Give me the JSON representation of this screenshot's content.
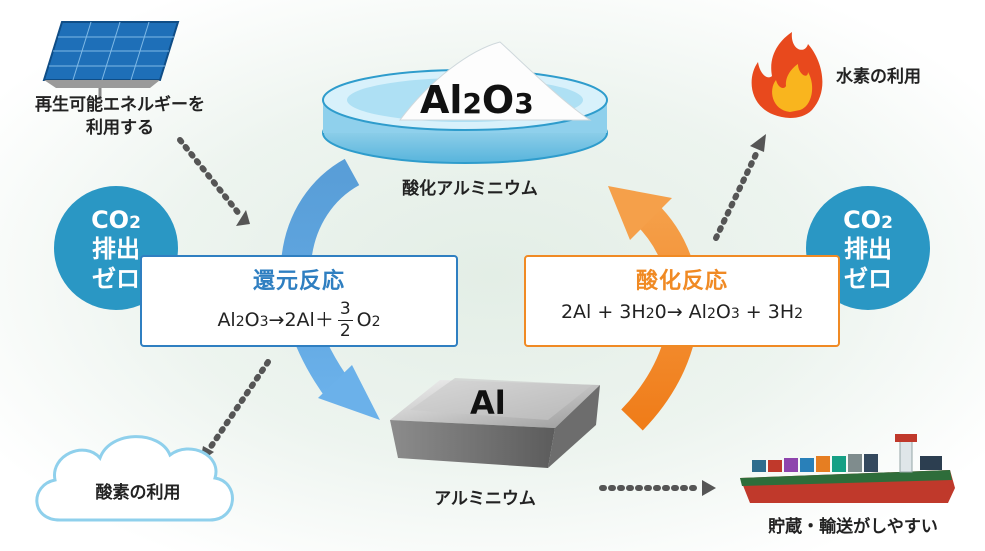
{
  "solar": {
    "label_line1": "再生可能エネルギーを",
    "label_line2": "利用する"
  },
  "al2o3": {
    "formula_main": "Al",
    "formula_sub1": "2",
    "formula_o": "O",
    "formula_sub2": "3",
    "caption": "酸化アルミニウム"
  },
  "hydrogen": {
    "label": "水素の利用"
  },
  "oxygen": {
    "label": "酸素の利用"
  },
  "aluminum": {
    "formula": "Al",
    "caption": "アルミニウム"
  },
  "ship": {
    "label": "貯蔵・輸送がしやすい"
  },
  "bubble_left": {
    "line1_main": "CO",
    "line1_sub": "2",
    "line2": "排出",
    "line3": "ゼロ"
  },
  "bubble_right": {
    "line1_main": "CO",
    "line1_sub": "2",
    "line2": "排出",
    "line3": "ゼロ"
  },
  "reduction": {
    "title": "還元反応",
    "eq_part1": "Al",
    "eq_sub1": "2",
    "eq_part2": "O",
    "eq_sub2": "3",
    "eq_part3": "→2Al＋",
    "frac_num": "3",
    "frac_den": "2",
    "eq_part4": "O",
    "eq_sub3": "2"
  },
  "oxidation": {
    "title": "酸化反応",
    "eq_part1": "2Al + 3H",
    "eq_sub1": "2",
    "eq_part2": "0→ Al",
    "eq_sub2": "2",
    "eq_part3": "O",
    "eq_sub3": "3",
    "eq_part4": " + 3H",
    "eq_sub4": "2"
  },
  "colors": {
    "blue": "#2f7fc1",
    "orange": "#f08a24",
    "bubble": "#2a97c4",
    "arrow_dots": "#555555"
  }
}
